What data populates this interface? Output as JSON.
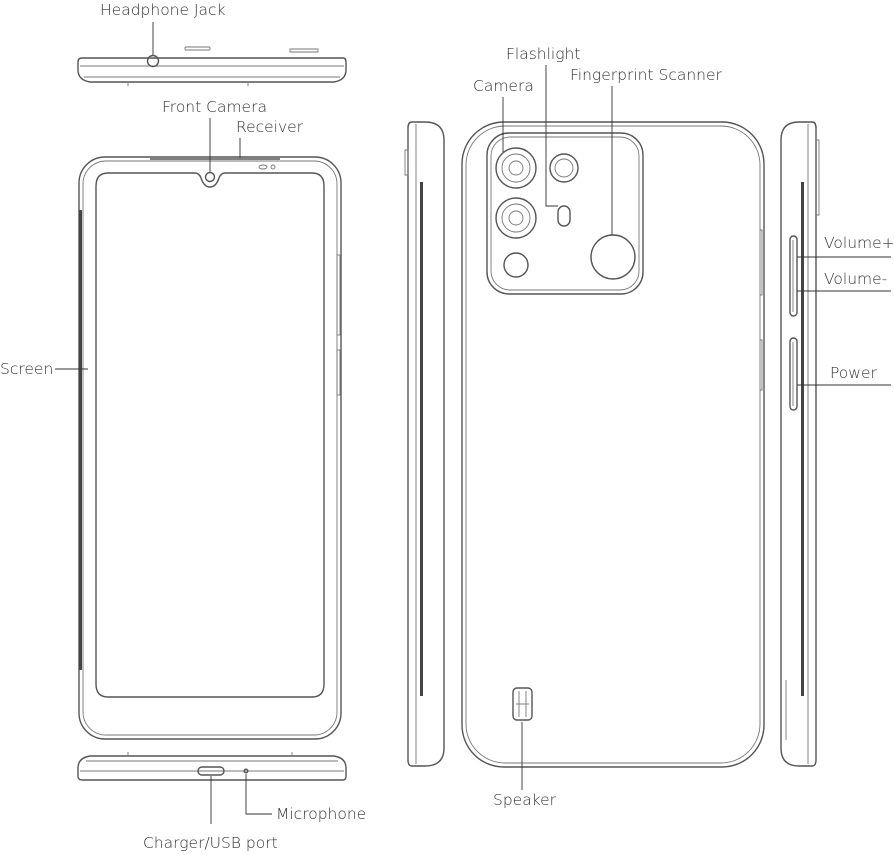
{
  "labels": {
    "headphone_jack": "Headphone Jack",
    "front_camera": "Front Camera",
    "receiver": "Receiver",
    "screen": "Screen",
    "microphone": "Microphone",
    "charger_usb": "Charger/USB port",
    "flashlight": "Flashlight",
    "camera": "Camera",
    "fingerprint": "Fingerprint Scanner",
    "speaker": "Speaker",
    "volume_up": "Volume+",
    "volume_down": "Volume-",
    "power": "Power"
  },
  "colors": {
    "line": "#555555",
    "text": "#333333",
    "side_band": "#444444"
  }
}
